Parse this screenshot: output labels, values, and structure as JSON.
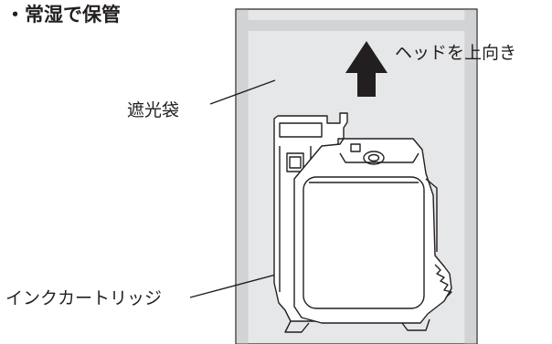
{
  "heading": "・常湿で保管",
  "labels": {
    "bag": "遮光袋",
    "direction": "ヘッドを上向き",
    "cartridge": "インクカートリッジ"
  },
  "colors": {
    "bag_fill": "#e6e7e8",
    "bag_stripe": "#d1d3d4",
    "line": "#231f20"
  },
  "icons": {
    "direction_arrow": "up-arrow-icon"
  }
}
